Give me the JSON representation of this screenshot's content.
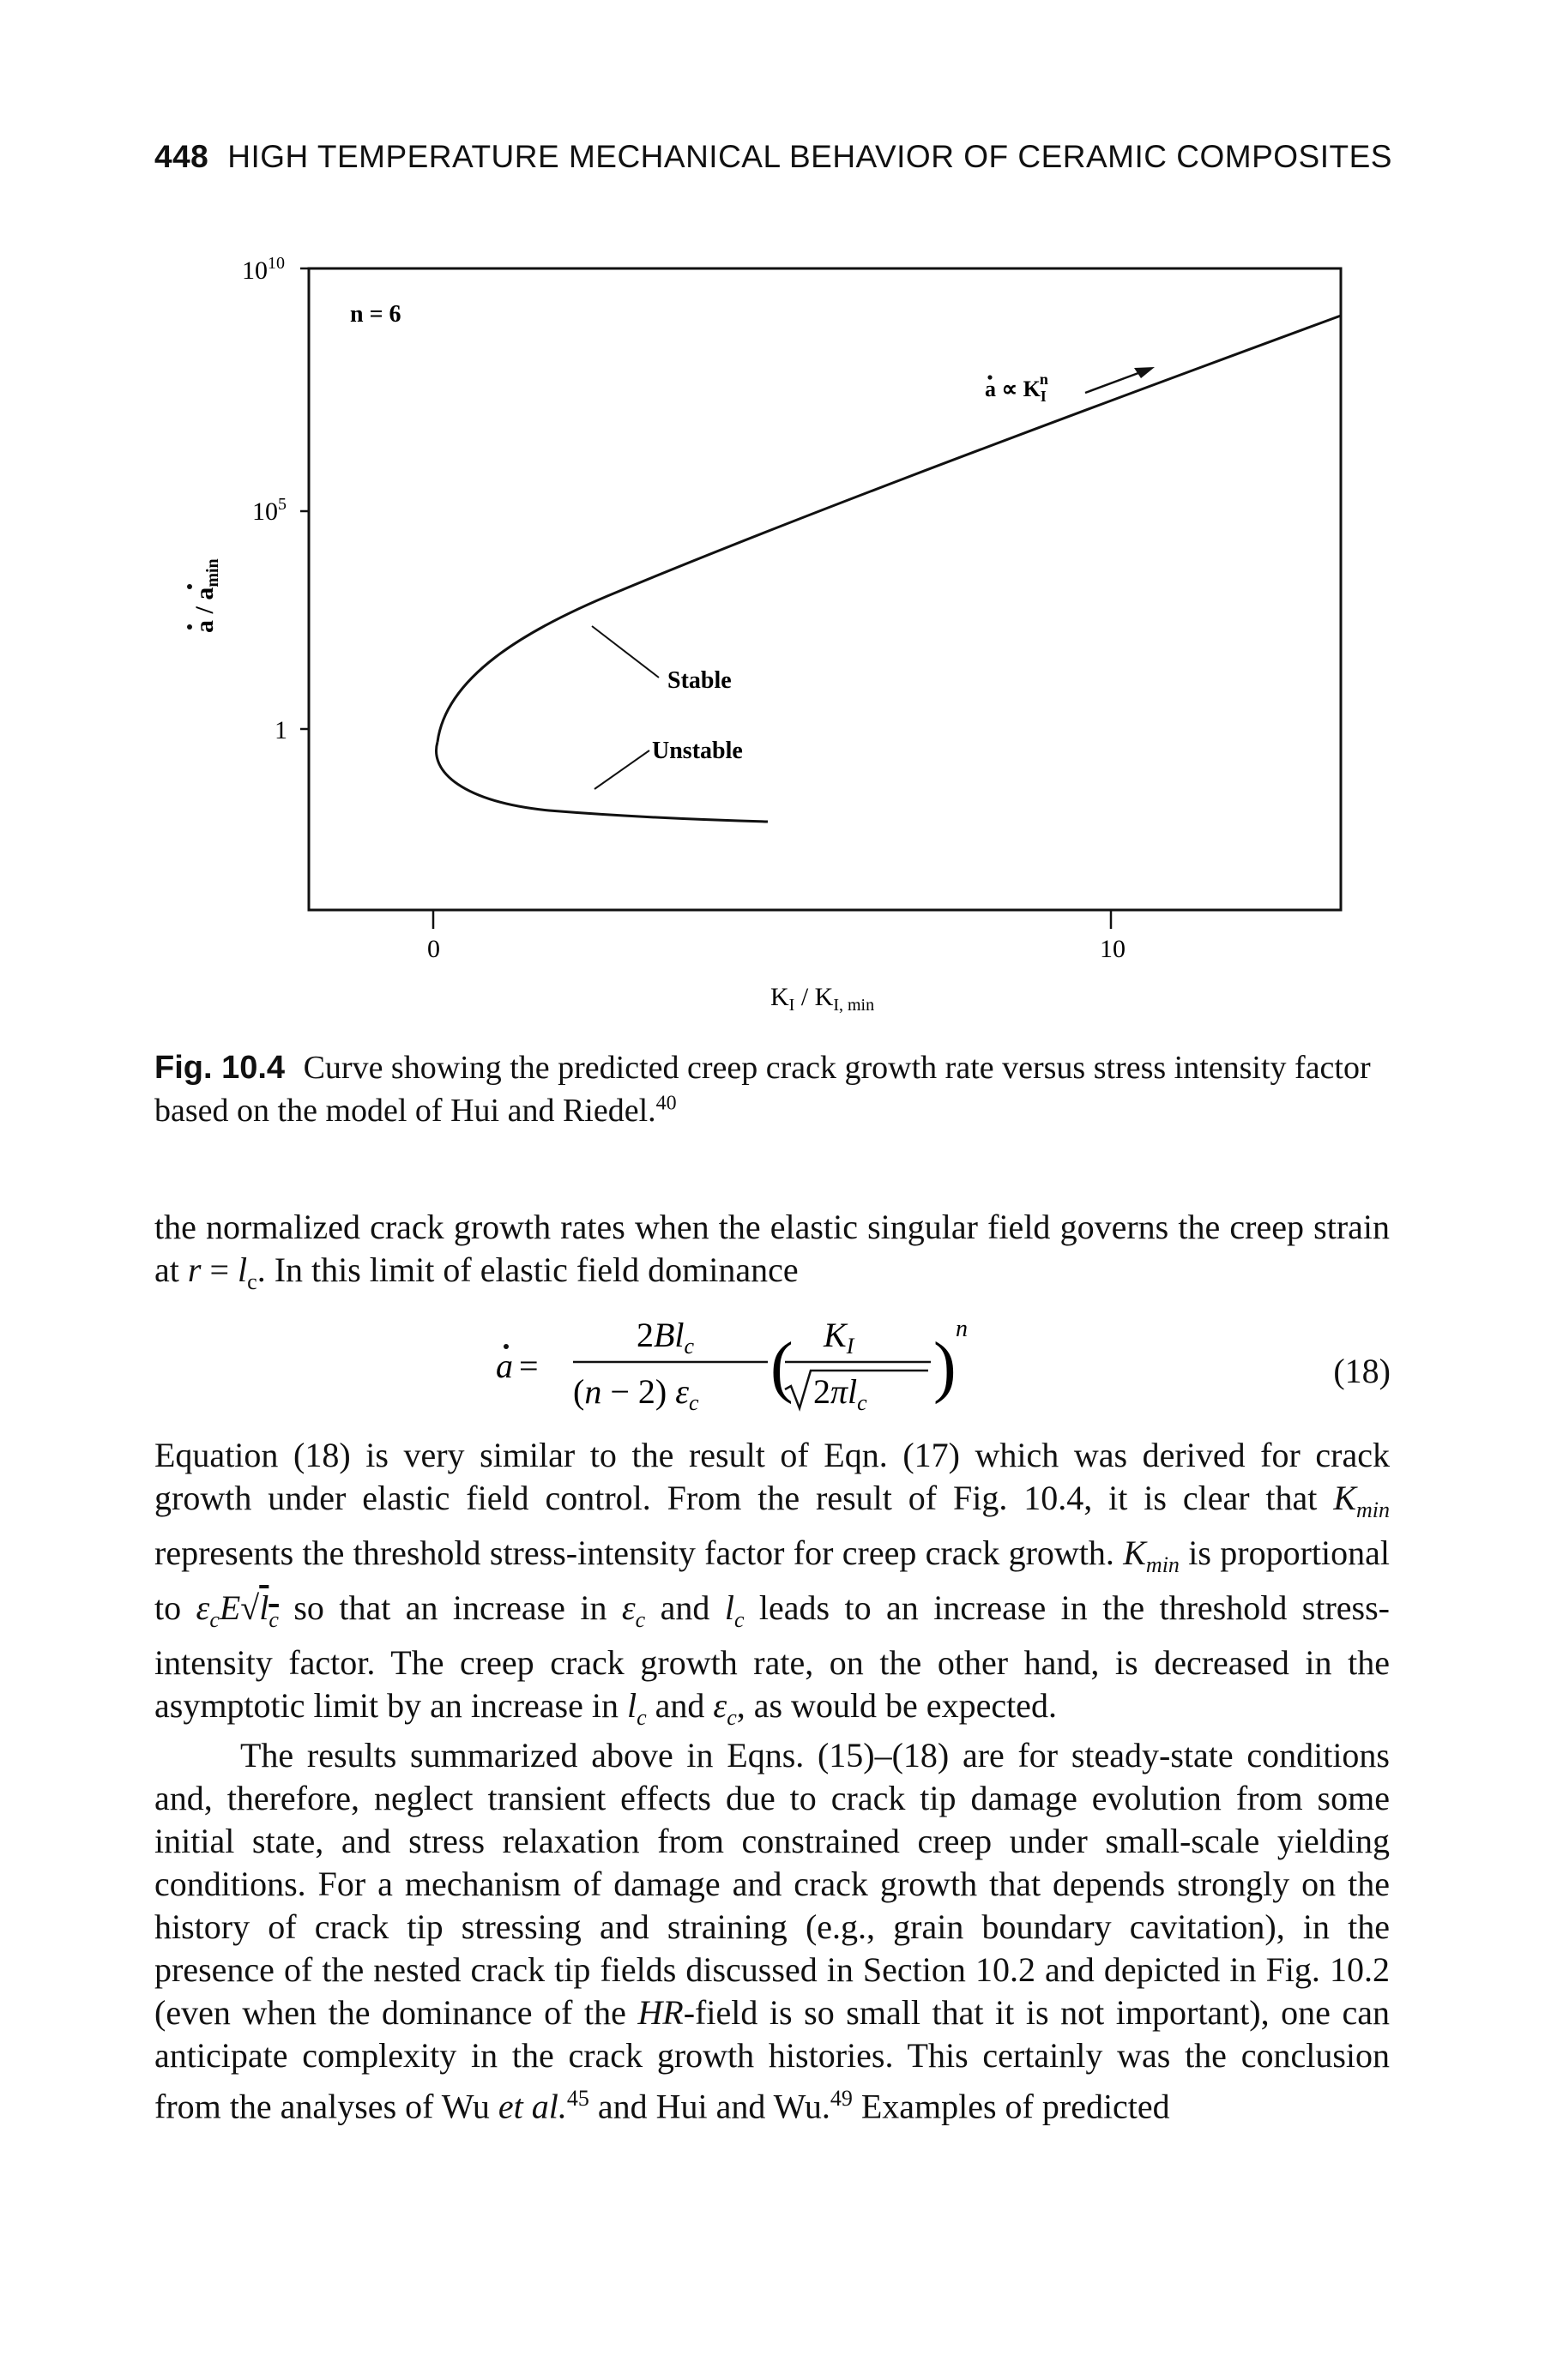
{
  "header": {
    "page_number": "448",
    "running_title": "HIGH TEMPERATURE MECHANICAL BEHAVIOR OF CERAMIC COMPOSITES"
  },
  "figure": {
    "y_ticks": [
      "1",
      "10",
      "5",
      "10",
      "10"
    ],
    "y_tick_labels": {
      "one": "1",
      "e5_base": "10",
      "e5_exp": "5",
      "e10_base": "10",
      "e10_exp": "10"
    },
    "x_ticks": [
      "0",
      "10"
    ],
    "y_label": "a / a",
    "y_label_sub": "min",
    "x_label": "K",
    "x_label_sub1": "I",
    "x_label_mid": " / K",
    "x_label_sub2": "I, min",
    "n_label": "n = 6",
    "relation_prefix": "a ∝ K",
    "relation_sub": "I",
    "relation_sup": "n",
    "stable_label": "Stable",
    "unstable_label": "Unstable"
  },
  "caption": {
    "label": "Fig. 10.4",
    "text": "Curve showing the predicted creep crack growth rate versus stress intensity factor based on the model of Hui and Riedel.",
    "ref": "40"
  },
  "paragraph1": {
    "t1": "the normalized crack growth rates when the elastic singular field governs the creep strain at ",
    "r": "r",
    "eq": " = ",
    "l": "l",
    "c": "c",
    "t2": ". In this limit of elastic field dominance"
  },
  "equation": {
    "number": "(18)"
  },
  "paragraph2": {
    "a": "Equation (18) is very similar to the result of Eqn. (17) which was derived for crack growth under elastic field control. From the result of Fig. 10.4, it is clear that ",
    "kmin": "K",
    "min": "min",
    "b": " represents the threshold stress-intensity factor for creep crack growth. ",
    "c": " is proportional to ",
    "d": " so that an increase in ",
    "e": " and ",
    "f": " leads to an increase in the threshold stress-intensity factor. The creep crack growth rate, on the other hand, is decreased in the asymptotic limit by an increase in ",
    "g": " and ",
    "h": ", as would be expected."
  },
  "paragraph3": {
    "a": "The results summarized above in Eqns. (15)–(18) are for steady-state conditions and, therefore, neglect transient effects due to crack tip damage evolution from some initial state, and stress relaxation from constrained creep under small-scale yielding conditions. For a mechanism of damage and crack growth that depends strongly on the history of crack tip stressing and straining (e.g., grain boundary cavitation), in the presence of the nested crack tip fields discussed in Section 10.2 and depicted in Fig. 10.2 (even when the dominance of the ",
    "hr": "HR",
    "b": "-field is so small that it is not important), one can anticipate complexity in the crack growth histories. This certainly was the conclusion from the analyses of Wu ",
    "etal": "et al.",
    "ref45": "45",
    "c": " and Hui and Wu.",
    "ref49": "49",
    "d": " Examples of predicted"
  }
}
